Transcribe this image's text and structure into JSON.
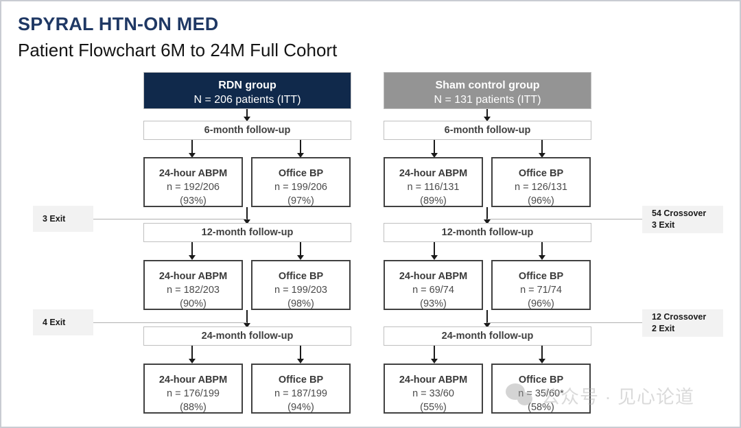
{
  "slide": {
    "title": "SPYRAL HTN-ON MED",
    "subtitle": "Patient Flowchart 6M to 24M Full Cohort",
    "title_color": "#1f3864",
    "rdn_header_color": "#10294b",
    "sham_header_color": "#949494"
  },
  "groups": [
    {
      "key": "rdn",
      "name": "RDN group",
      "n_label": "N = 206 patients (ITT)",
      "timepoints": [
        {
          "followup_label": "6-month follow-up",
          "boxes": [
            {
              "title": "24-hour ABPM",
              "n": "n = 192/206",
              "pct": "(93%)"
            },
            {
              "title": "Office BP",
              "n": "n = 199/206",
              "pct": "(97%)"
            }
          ]
        },
        {
          "followup_label": "12-month follow-up",
          "boxes": [
            {
              "title": "24-hour ABPM",
              "n": "n = 182/203",
              "pct": "(90%)"
            },
            {
              "title": "Office BP",
              "n": "n = 199/203",
              "pct": "(98%)"
            }
          ]
        },
        {
          "followup_label": "24-month follow-up",
          "boxes": [
            {
              "title": "24-hour ABPM",
              "n": "n = 176/199",
              "pct": "(88%)"
            },
            {
              "title": "Office BP",
              "n": "n = 187/199",
              "pct": "(94%)"
            }
          ]
        }
      ]
    },
    {
      "key": "sham",
      "name": "Sham control group",
      "n_label": "N = 131 patients (ITT)",
      "timepoints": [
        {
          "followup_label": "6-month follow-up",
          "boxes": [
            {
              "title": "24-hour ABPM",
              "n": "n = 116/131",
              "pct": "(89%)"
            },
            {
              "title": "Office BP",
              "n": "n = 126/131",
              "pct": "(96%)"
            }
          ]
        },
        {
          "followup_label": "12-month follow-up",
          "boxes": [
            {
              "title": "24-hour ABPM",
              "n": "n = 69/74",
              "pct": "(93%)"
            },
            {
              "title": "Office BP",
              "n": "n = 71/74",
              "pct": "(96%)"
            }
          ]
        },
        {
          "followup_label": "24-month follow-up",
          "boxes": [
            {
              "title": "24-hour ABPM",
              "n": "n = 33/60",
              "pct": "(55%)"
            },
            {
              "title": "Office BP",
              "n": "n = 35/60*",
              "pct": "(58%)"
            }
          ]
        }
      ]
    }
  ],
  "notes": {
    "left_6to12": {
      "line1": "3 Exit",
      "line2": ""
    },
    "left_12to24": {
      "line1": "4 Exit",
      "line2": ""
    },
    "right_6to12": {
      "line1": "54 Crossover",
      "line2": "3 Exit"
    },
    "right_12to24": {
      "line1": "12 Crossover",
      "line2": "2 Exit"
    }
  },
  "watermark": {
    "text": "公众号 · 见心论道",
    "logo": "wechat-logo"
  }
}
